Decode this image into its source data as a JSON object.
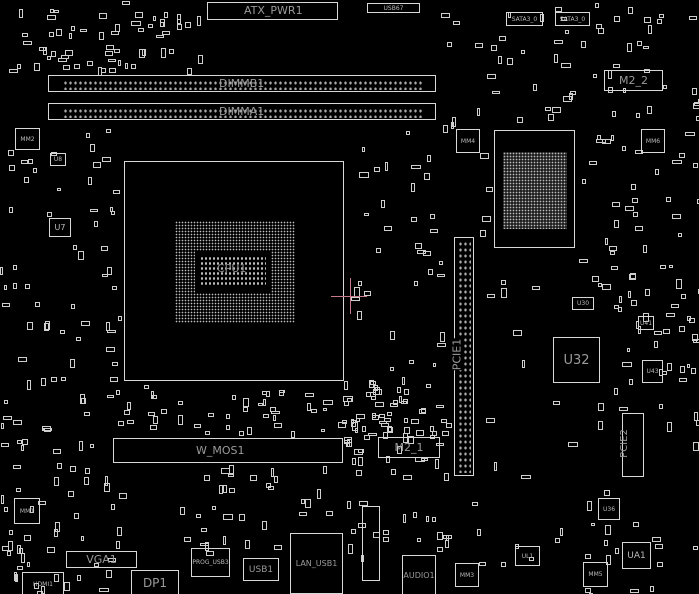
{
  "board": {
    "components": {
      "atx_pwr": "ATX_PWR1",
      "usb_header": "USB67",
      "dimm_b": "DIMMB1",
      "dimm_a": "DIMMA1",
      "sata1": "SATA3_0",
      "sata2": "SATA3_0",
      "m2_2": "M2_2",
      "cpu": "CPU1",
      "pcie1": "PCIE1",
      "pcie2": "PCIE2",
      "u32": "U32",
      "u43": "U43",
      "w_mos": "W_MOS1",
      "m2_1": "M2_1",
      "vga": "VGA1",
      "dp": "DP1",
      "hdmi": "HDMI1",
      "usb1": "USB1",
      "lan_usb": "LAN_USB1",
      "audio": "AUDIO1",
      "prog": "PROG_USB3",
      "mm1": "MM1",
      "mm2": "MM2",
      "mm3": "MM3",
      "mm4": "MM4",
      "mm5": "MM5",
      "mm6": "MM6",
      "ua1": "UA1",
      "u7": "U7",
      "u8": "U8",
      "ul1": "UL1",
      "u36": "U36",
      "u41": "U41",
      "u30": "U30"
    },
    "colors": {
      "outline": "#d8d8d8",
      "label": "#9a9a9a",
      "cursor": "#c87a8a"
    }
  }
}
